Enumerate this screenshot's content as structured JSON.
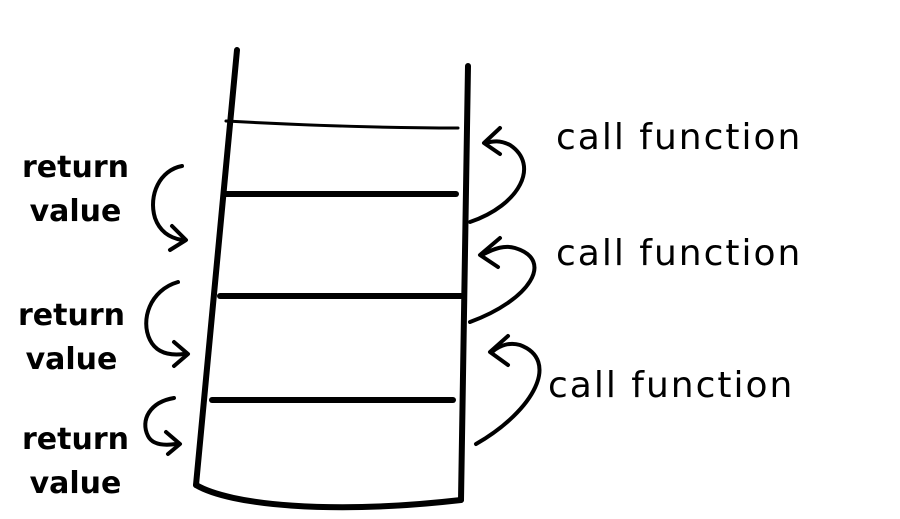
{
  "stack": {
    "call_labels": [
      "call function",
      "call function",
      "call function"
    ],
    "return_labels": [
      {
        "line1": "return",
        "line2": "value"
      },
      {
        "line1": "return",
        "line2": "value"
      },
      {
        "line1": "return",
        "line2": "value"
      }
    ]
  },
  "colors": {
    "ink": "#000000",
    "background": "#ffffff"
  }
}
